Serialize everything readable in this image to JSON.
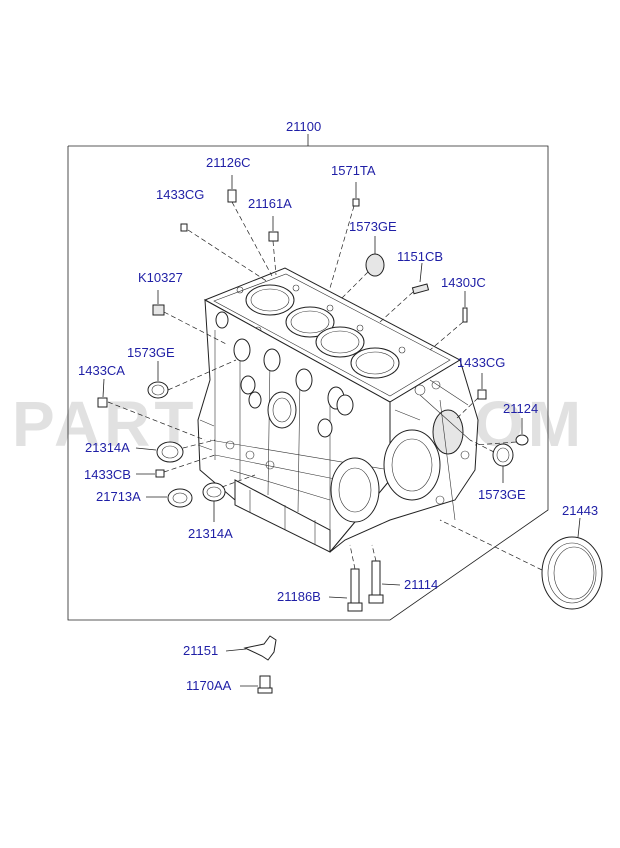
{
  "watermark": "PARTSOUQ.COM",
  "labels": {
    "assembly": "21100",
    "p21126C": "21126C",
    "p1571TA": "1571TA",
    "p1433CG_top": "1433CG",
    "p21161A": "21161A",
    "p1573GE_top": "1573GE",
    "p1151CB": "1151CB",
    "pK10327": "K10327",
    "p1430JC": "1430JC",
    "p1573GE_left": "1573GE",
    "p1433CA": "1433CA",
    "p1433CG_right": "1433CG",
    "p21124": "21124",
    "p21314A_left": "21314A",
    "p1433CB": "1433CB",
    "p1573GE_right": "1573GE",
    "p21713A": "21713A",
    "p21314A_bottom": "21314A",
    "p21443": "21443",
    "p21186B": "21186B",
    "p21114": "21114",
    "p21151": "21151",
    "p1170AA": "1170AA"
  }
}
